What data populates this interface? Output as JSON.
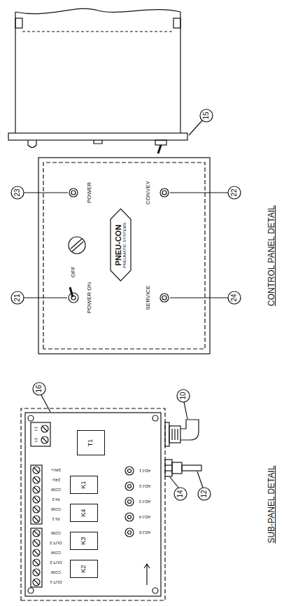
{
  "diagram": {
    "nodes": [
      {
        "text": [
          "K2"
        ]
      },
      {
        "text": [
          "K3"
        ]
      },
      {
        "text": [
          "K4"
        ]
      },
      {
        "text": [
          "K1"
        ]
      },
      {
        "text": [
          "T1"
        ]
      },
      {
        "text": [
          "PNEU-CON",
          "PNEUMATIC SYSTEMS"
        ]
      }
    ],
    "labels": [
      "SUB-PANEL DETAIL",
      "CONTROL PANEL DETAIL",
      "10",
      "12",
      "14",
      "16",
      "15",
      "21",
      "22",
      "23",
      "24",
      "POWER",
      "CONVEY",
      "SERVICE",
      "POWER ON",
      "OFF",
      "L2",
      "L1",
      "OUT-1",
      "COM",
      "OUT-2",
      "COM",
      "OUT-3",
      "COM",
      "IN-1",
      "COM",
      "IN-2",
      "COM",
      "24V-",
      "24V+",
      "ADJ 1",
      "ADJ 2",
      "ADJ 3",
      "ADJ 4",
      "ADJ 5"
    ]
  }
}
